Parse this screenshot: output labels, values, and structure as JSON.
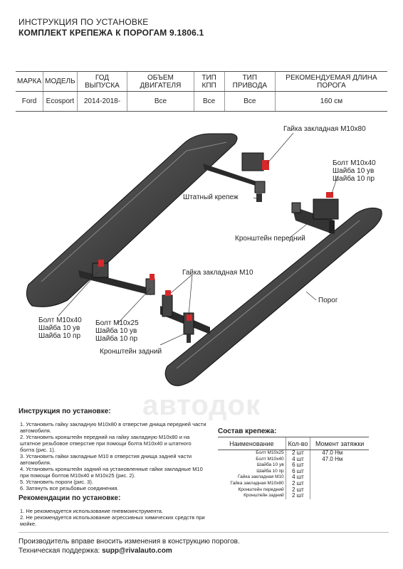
{
  "header": {
    "line1": "ИНСТРУКЦИЯ ПО УСТАНОВКЕ",
    "line2": "КОМПЛЕКТ КРЕПЕЖА К ПОРОГАМ 9.1806.1"
  },
  "spec_table": {
    "columns": [
      "МАРКА",
      "МОДЕЛЬ",
      "ГОД ВЫПУСКА",
      "ОБЪЕМ ДВИГАТЕЛЯ",
      "ТИП КПП",
      "ТИП ПРИВОДА",
      "РЕКОМЕНДУЕМАЯ ДЛИНА ПОРОГА"
    ],
    "row": [
      "Ford",
      "Ecosport",
      "2014-2018-",
      "Все",
      "Все",
      "Все",
      "160 см"
    ]
  },
  "labels": {
    "nut_m10x80": "Гайка закладная М10х80",
    "bolt_m10x40_right_1": "Болт М10х40",
    "bolt_m10x40_right_2": "Шайба 10 ув",
    "bolt_m10x40_right_3": "Шайба 10 пр",
    "standard_mount": "Штатный крепеж",
    "front_bracket": "Кронштейн передний",
    "nut_m10": "Гайка закладная М10",
    "sill": "Порог",
    "bolt_m10x40_left_1": "Болт М10х40",
    "bolt_m10x40_left_2": "Шайба 10 ув",
    "bolt_m10x40_left_3": "Шайба 10 пр",
    "bolt_m10x25_1": "Болт М10х25",
    "bolt_m10x25_2": "Шайба 10 ув",
    "bolt_m10x25_3": "Шайба 10 пр",
    "rear_bracket": "Кронштейн задний"
  },
  "watermark": "автодок",
  "instructions": {
    "heading": "Инструкция по установке:",
    "steps": [
      "1. Установить гайку закладную М10х80 в отверстие днища передней части автомобиля.",
      "2. Установить кронштейн передний на гайку закладную М10х80 и на штатное резьбовое отверстие при помощи болта М10х40 и штатного болта (рис. 1).",
      "3. Установить гайки закладные М10 в отверстия днища задней части автомобиля.",
      "4. Установить кронштейн задний на установленные гайки закладные М10 при помощи болтов М10х40 и М10х25 (рис. 2).",
      "5. Установить пороги (рис. 3).",
      "6. Затянуть все резьбовые соединения."
    ]
  },
  "recommendations": {
    "heading": "Рекомендации по установке:",
    "items": [
      "1. Не рекомендуется использование пневмоинструмента.",
      "2. Не рекомендуется использование агрессивных химических средств при мойке."
    ]
  },
  "parts": {
    "heading": "Состав крепежа:",
    "columns": [
      "Наименование",
      "Кол-во",
      "Момент затяжки"
    ],
    "rows": [
      {
        "name": "Болт М10х25",
        "qty": "2 шт",
        "torque": "47.0 Нм"
      },
      {
        "name": "Болт М10х40",
        "qty": "4 шт",
        "torque": "47.0 Нм"
      },
      {
        "name": "Шайба 10 ув",
        "qty": "6 шт",
        "torque": ""
      },
      {
        "name": "Шайба 10 пр",
        "qty": "6 шт",
        "torque": ""
      },
      {
        "name": "Гайка закладная М10",
        "qty": "4 шт",
        "torque": ""
      },
      {
        "name": "Гайка закладная М10х80",
        "qty": "2 шт",
        "torque": ""
      },
      {
        "name": "Кронштейн передний",
        "qty": "2 шт",
        "torque": ""
      },
      {
        "name": "Кронштейн задний",
        "qty": "2 шт",
        "torque": ""
      }
    ]
  },
  "footer": {
    "line1": "Производитель вправе вносить изменения в конструкцию порогов.",
    "support_label": "Техническая поддержка:",
    "support_email": "supp@rivalauto.com"
  },
  "colors": {
    "accent_red": "#d8282a",
    "steel": "#3a3a3a"
  }
}
